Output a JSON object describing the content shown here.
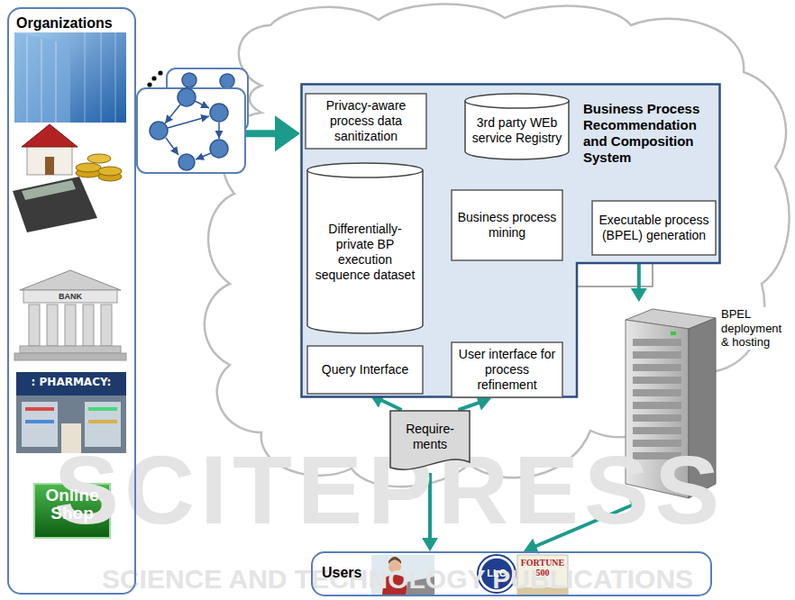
{
  "diagram": {
    "nodes": [
      {
        "text": [
          "Organizations"
        ]
      },
      {
        "text": [
          "Business Process Recommendation and Composition System"
        ]
      },
      {
        "text": [
          "Privacy-aware process data sanitization"
        ],
        "in": 1
      },
      {
        "text": [
          "Differentially-private BP execution sequence dataset"
        ],
        "in": 1
      },
      {
        "text": [
          "3rd party WEb service Registry"
        ],
        "in": 1
      },
      {
        "text": [
          "Business process mining"
        ],
        "in": 1
      },
      {
        "text": [
          "Executable process (BPEL) generation"
        ],
        "in": 1
      },
      {
        "text": [
          "Query Interface"
        ],
        "in": 1
      },
      {
        "text": [
          "User interface for process refinement"
        ],
        "in": 1
      },
      {
        "text": [
          "BPEL deployment & hosting"
        ]
      },
      {
        "text": [
          "Require- ments"
        ]
      },
      {
        "text": [
          "Users"
        ]
      }
    ],
    "edges": [
      {
        "from": 0,
        "to": 1,
        "arrow": "to"
      },
      {
        "from": 2,
        "to": 3,
        "arrow": "to"
      },
      {
        "from": 4,
        "to": 5,
        "arrow": "to"
      },
      {
        "from": 3,
        "to": 5,
        "arrow": "to"
      },
      {
        "from": 5,
        "to": 6,
        "arrow": "to"
      },
      {
        "from": 3,
        "to": 7,
        "arrow": "both"
      },
      {
        "from": 8,
        "to": 5,
        "arrow": "both"
      },
      {
        "from": 8,
        "to": 6,
        "arrow": "to"
      },
      {
        "from": 6,
        "to": 9,
        "arrow": "to"
      },
      {
        "from": 9,
        "to": 11,
        "arrow": "both"
      },
      {
        "from": 10,
        "to": 7,
        "arrow": "to"
      },
      {
        "from": 10,
        "to": 8,
        "arrow": "to"
      },
      {
        "from": 10,
        "to": 11,
        "arrow": "to"
      }
    ],
    "labels": [
      "BANK",
      ": PHARMACY:",
      "Online Shop",
      "LLC",
      "FORTUNE 500",
      "SCITEPRESS",
      "SCIENCE AND TECHNOLOGY PUBLICATIONS"
    ]
  }
}
